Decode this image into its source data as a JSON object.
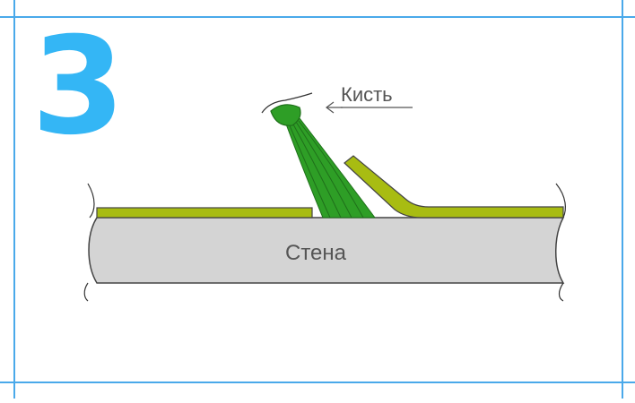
{
  "step": {
    "number": "3"
  },
  "labels": {
    "brush": "Кисть",
    "wall": "Стена"
  },
  "colors": {
    "frame": "#4aa9ea",
    "accent": "#34b6f5",
    "wallpaper_fill": "#a8bc12",
    "brush_fill": "#2e9e26",
    "wall_fill": "#d4d4d4"
  }
}
